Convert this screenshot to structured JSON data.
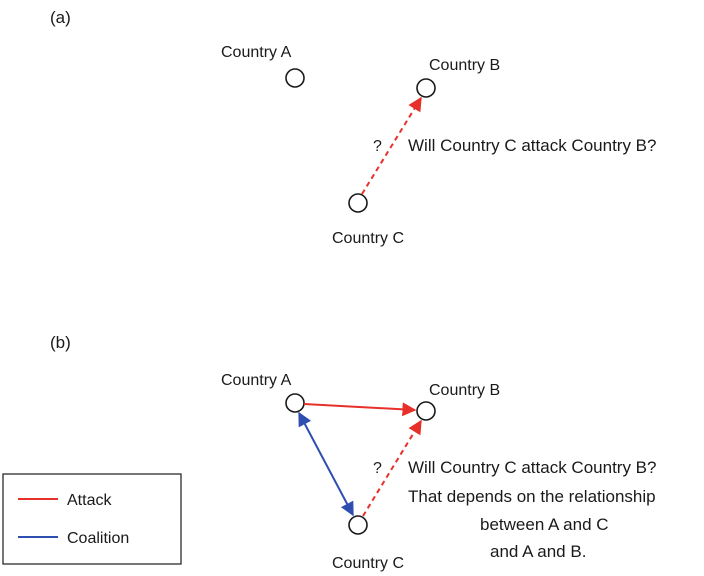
{
  "colors": {
    "attack": "#e8302a",
    "coalition": "#2f4fb0",
    "node_stroke": "#1a1a1a",
    "text": "#1a1a1a"
  },
  "panel_a": {
    "label": "(a)",
    "nodes": {
      "a": "Country A",
      "b": "Country B",
      "c": "Country C"
    },
    "question_mark": "?",
    "question": "Will Country C attack Country B?"
  },
  "panel_b": {
    "label": "(b)",
    "nodes": {
      "a": "Country A",
      "b": "Country B",
      "c": "Country C"
    },
    "question_mark": "?",
    "question_lines": [
      "Will Country C attack Country B?",
      "That depends on the relationship",
      "between A and C",
      "and A and B."
    ]
  },
  "legend": {
    "items": [
      {
        "label": "Attack",
        "color_key": "attack"
      },
      {
        "label": "Coalition",
        "color_key": "coalition"
      }
    ]
  }
}
